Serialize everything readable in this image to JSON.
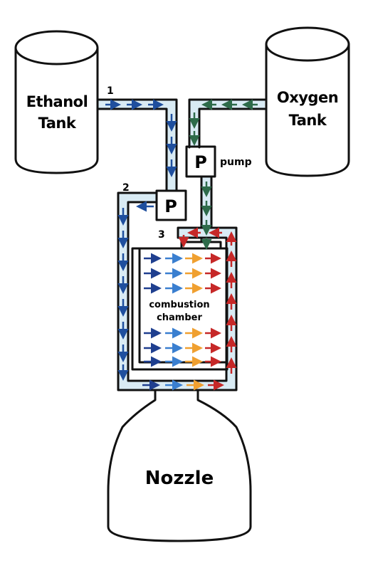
{
  "labels": {
    "ethanol_tank": [
      "Ethanol",
      "Tank"
    ],
    "oxygen_tank": [
      "Oxygen",
      "Tank"
    ],
    "pump": "pump",
    "pump_symbol": "P",
    "step_1": "1",
    "step_2": "2",
    "step_3": "3",
    "chamber": [
      "combustion",
      "chamber"
    ],
    "nozzle": "Nozzle"
  },
  "colors": {
    "outline": "#111111",
    "ethanol_pipe": "#d9ebf4",
    "oxygen_pipe": "#d9ebf4",
    "ethanol_arrow": "#1f4f9e",
    "oxygen_arrow": "#2e6b4a",
    "cooling_arrow": "#c62828",
    "flow_dark_blue": "#1f3f8f",
    "flow_blue": "#3a7fd0",
    "flow_orange": "#f0a030",
    "flow_red": "#c62828"
  }
}
